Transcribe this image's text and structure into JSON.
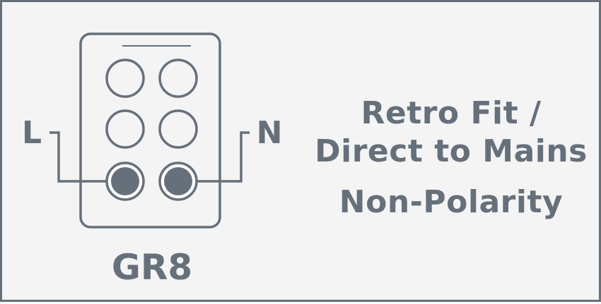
{
  "diagram": {
    "label_left": "L",
    "label_right": "N",
    "model": "GR8"
  },
  "headline": {
    "line1": "Retro Fit /",
    "line2": "Direct to Mains",
    "line3": "Non-Polarity"
  },
  "colors": {
    "stroke": "#66707b",
    "terminal_fill": "#66707b",
    "background": "#f4f4f4"
  }
}
